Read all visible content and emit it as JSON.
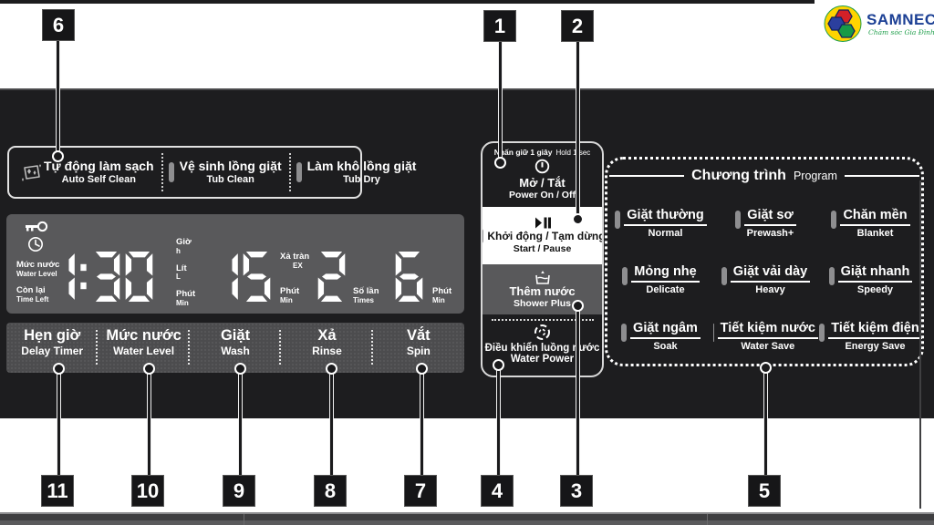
{
  "logo": {
    "name": "SAMNEC",
    "tagline": "Chăm sóc Gia Đình Việt"
  },
  "clean_panel": {
    "items": [
      {
        "vi": "Tự động làm sạch",
        "en": "Auto Self Clean"
      },
      {
        "vi": "Vệ sinh lồng giặt",
        "en": "Tub Clean"
      },
      {
        "vi": "Làm khô lồng giặt",
        "en": "Tub Dry"
      }
    ]
  },
  "display": {
    "left_labels": [
      {
        "vi": "Mức nước",
        "en": "Water Level"
      },
      {
        "vi": "Còn lại",
        "en": "Time Left"
      }
    ],
    "time": "1:30",
    "time_units": [
      {
        "vi": "Giờ",
        "en": "h"
      },
      {
        "vi": "Lít",
        "en": "L"
      },
      {
        "vi": "Phút",
        "en": "Min"
      }
    ],
    "wash": {
      "value": "15",
      "top_vi": "Xả tràn",
      "top_en": "EX",
      "unit_vi": "Phút",
      "unit_en": "Min"
    },
    "rinse": {
      "value": "2",
      "unit_vi": "Số lần",
      "unit_en": "Times"
    },
    "spin": {
      "value": "6",
      "unit_vi": "Phút",
      "unit_en": "Min"
    }
  },
  "function_row": [
    {
      "vi": "Hẹn giờ",
      "en": "Delay Timer"
    },
    {
      "vi": "Mức nước",
      "en": "Water Level"
    },
    {
      "vi": "Giặt",
      "en": "Wash"
    },
    {
      "vi": "Xả",
      "en": "Rinse"
    },
    {
      "vi": "Vắt",
      "en": "Spin"
    }
  ],
  "buttons": {
    "hold_vi": "Nhấn giữ 1 giây",
    "hold_en": "Hold 1 sec",
    "power_vi": "Mở / Tắt",
    "power_en": "Power On / Off",
    "start_vi": "Khởi động / Tạm dừng",
    "start_en": "Start / Pause",
    "shower_vi": "Thêm nước",
    "shower_en": "Shower Plus",
    "flow_vi": "Điều khiển luồng nước",
    "flow_en": "Water Power"
  },
  "programs": {
    "title_vi": "Chương trình",
    "title_en": "Program",
    "items": [
      {
        "vi": "Giặt thường",
        "en": "Normal"
      },
      {
        "vi": "Giặt sơ",
        "en": "Prewash+"
      },
      {
        "vi": "Chăn mền",
        "en": "Blanket"
      },
      {
        "vi": "Mỏng nhẹ",
        "en": "Delicate"
      },
      {
        "vi": "Giặt vải dày",
        "en": "Heavy"
      },
      {
        "vi": "Giặt nhanh",
        "en": "Speedy"
      },
      {
        "vi": "Giặt ngâm",
        "en": "Soak"
      },
      {
        "vi": "Tiết kiệm nước",
        "en": "Water Save"
      },
      {
        "vi": "Tiết kiệm điện",
        "en": "Energy Save"
      }
    ]
  },
  "callouts": {
    "c1": "1",
    "c2": "2",
    "c3": "3",
    "c4": "4",
    "c5": "5",
    "c6": "6",
    "c7": "7",
    "c8": "8",
    "c9": "9",
    "c10": "10",
    "c11": "11"
  },
  "colors": {
    "brand_blue": "#1b3f94",
    "brand_green": "#1e9e4a",
    "brand_yellow": "#ffd400",
    "brand_red": "#d42027"
  }
}
